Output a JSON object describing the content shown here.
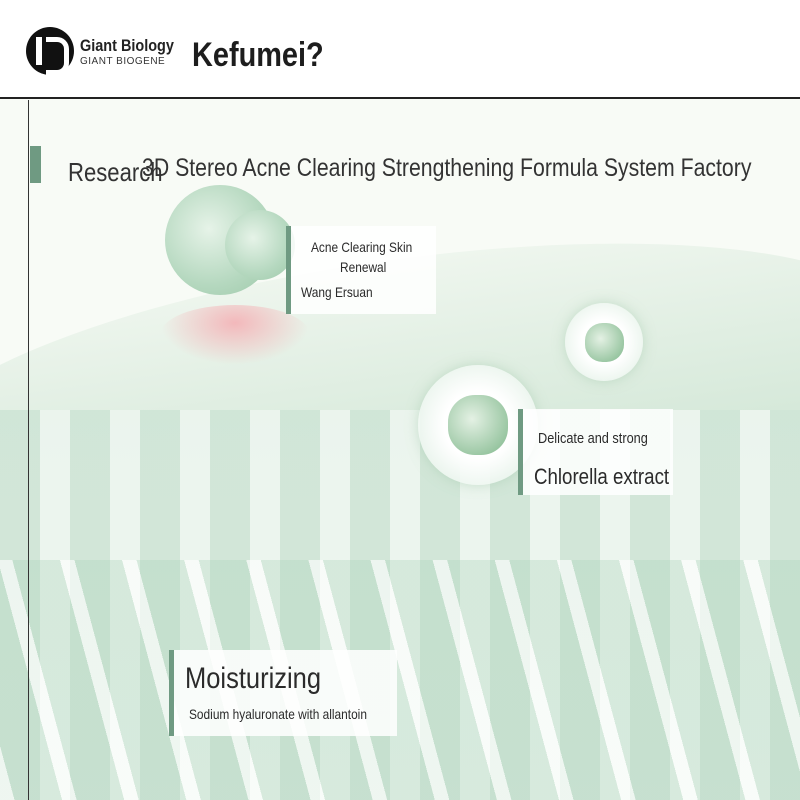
{
  "header": {
    "brand_name": "Giant Biology",
    "brand_sub": "GIANT BIOGENE",
    "title": "Kefumei?"
  },
  "section": {
    "label": "Research",
    "title": "3D Stereo Acne Clearing Strengthening Formula System Factory"
  },
  "callouts": [
    {
      "line1": "Acne Clearing Skin",
      "line2": "Renewal",
      "line3": "Wang Ersuan"
    },
    {
      "subtitle": "Delicate and strong",
      "title": "Chlorella extract"
    },
    {
      "title": "Moisturizing",
      "subtitle": "Sodium hyaluronate with allantoin"
    }
  ],
  "colors": {
    "accent": "#6f9a82",
    "pink": "#f3b8bb"
  }
}
